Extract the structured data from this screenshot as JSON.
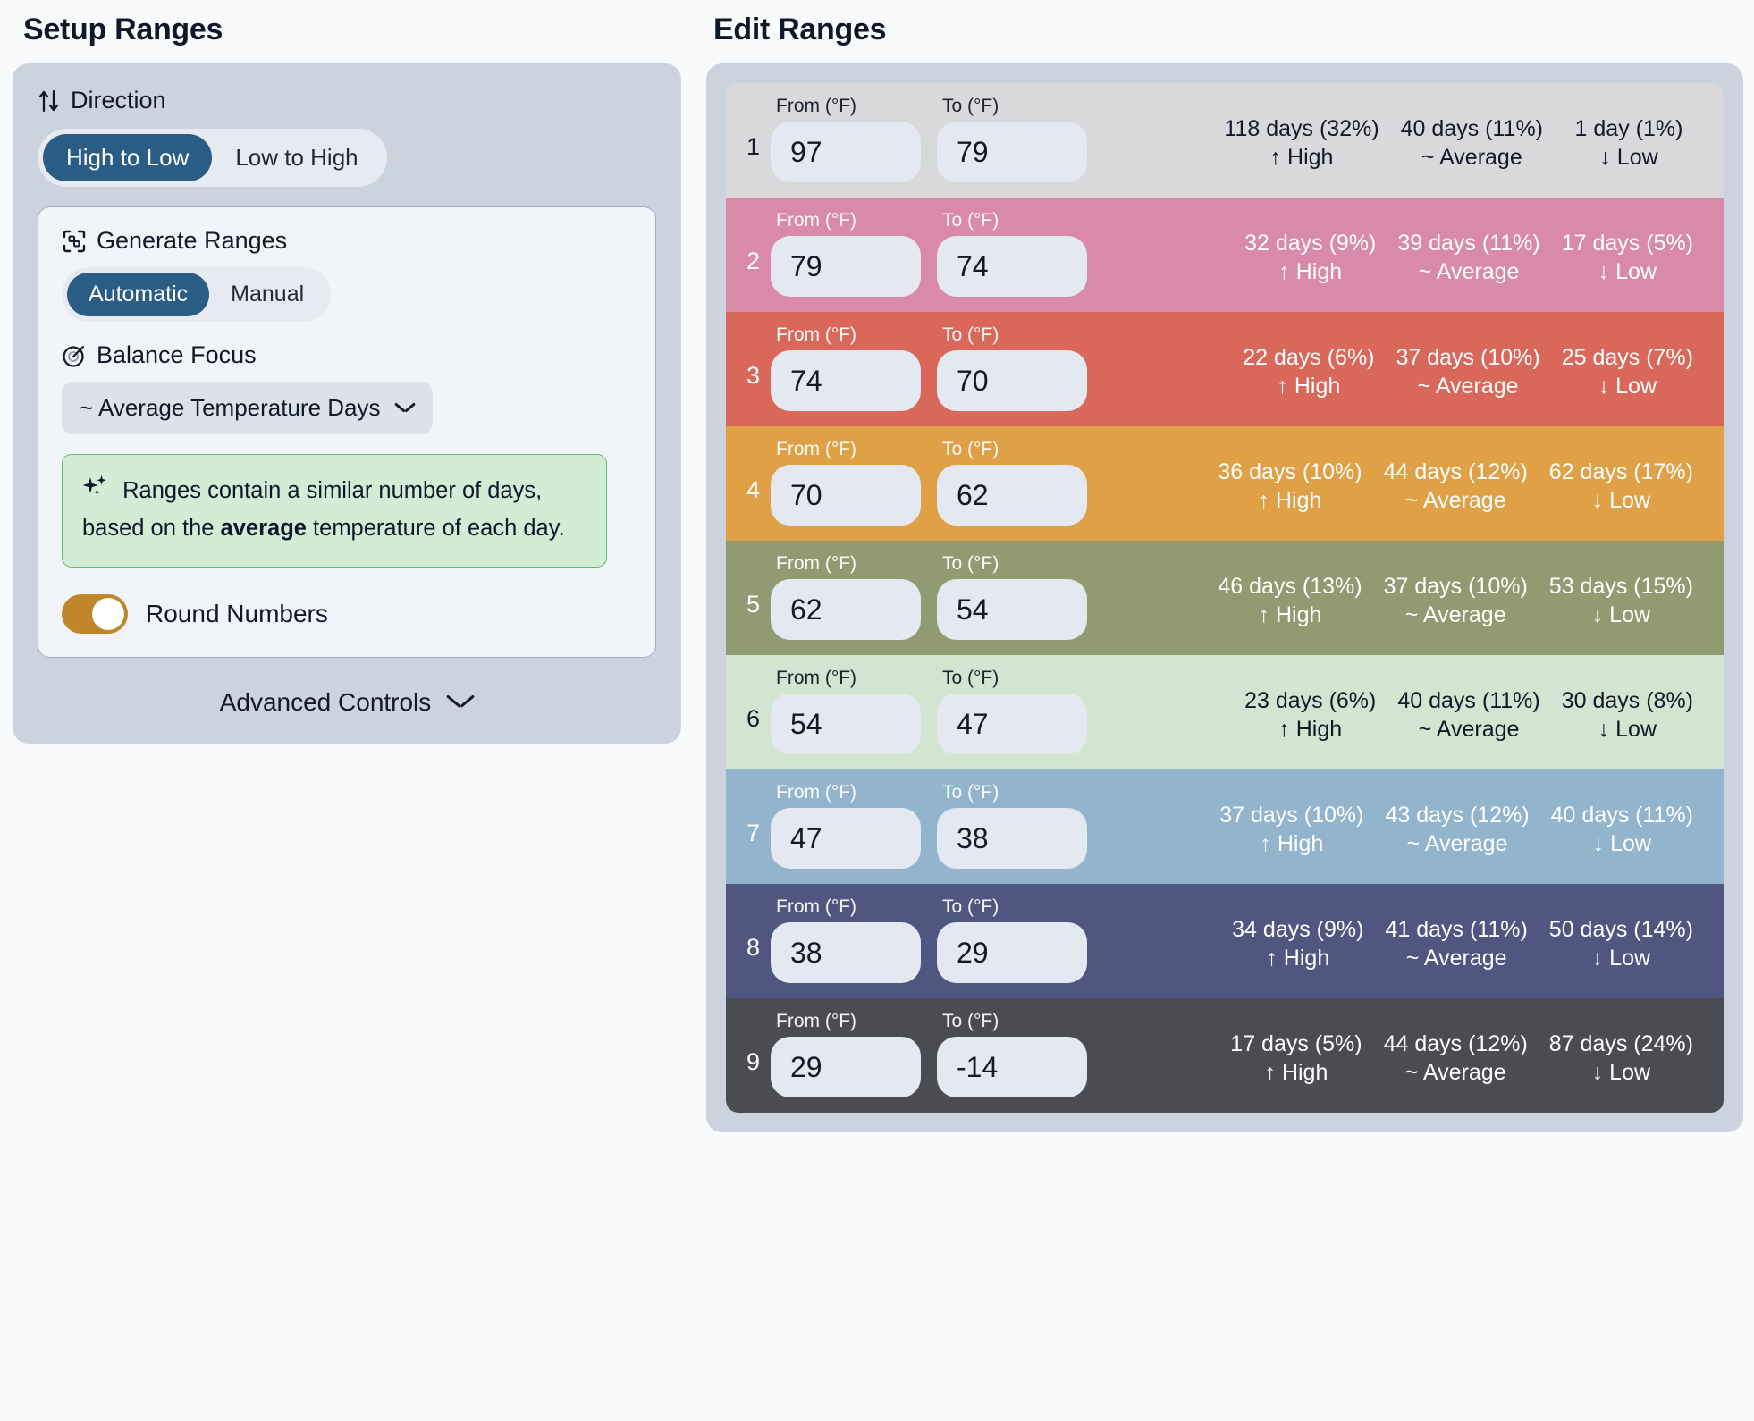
{
  "setup": {
    "title": "Setup Ranges",
    "direction": {
      "icon": "up-down-arrows-icon",
      "label": "Direction",
      "options": [
        "High to Low",
        "Low to High"
      ],
      "selected": "High to Low"
    },
    "generate": {
      "icon": "scan-group-icon",
      "label": "Generate Ranges",
      "options": [
        "Automatic",
        "Manual"
      ],
      "selected": "Automatic"
    },
    "balance": {
      "icon": "target-icon",
      "label": "Balance Focus",
      "selected": "~ Average Temperature Days",
      "chevron": "chevron-down-icon"
    },
    "hint": {
      "icon": "sparkles-icon",
      "text_before": "Ranges contain a similar number of days, based on the ",
      "bold": "average",
      "text_after": " temperature of each day."
    },
    "round_numbers": {
      "label": "Round Numbers",
      "on": true,
      "color": "#c0872a"
    },
    "advanced": {
      "label": "Advanced Controls",
      "chevron": "chevron-down-icon"
    }
  },
  "edit": {
    "title": "Edit Ranges",
    "captions": {
      "from": "From (°F)",
      "to": "To (°F)"
    },
    "stat_kinds": {
      "high": "↑ High",
      "average": "~ Average",
      "low": "↓ Low"
    },
    "rows": [
      {
        "index": "1",
        "from": "97",
        "to": "79",
        "bg": "#d9d9db",
        "text": "dark",
        "high": "118 days (32%)",
        "average": "40 days (11%)",
        "low": "1 day (1%)"
      },
      {
        "index": "2",
        "from": "79",
        "to": "74",
        "bg": "#d98aa8",
        "text": "light",
        "high": "32 days (9%)",
        "average": "39 days (11%)",
        "low": "17 days (5%)"
      },
      {
        "index": "3",
        "from": "74",
        "to": "70",
        "bg": "#d9685a",
        "text": "light",
        "high": "22 days (6%)",
        "average": "37 days (10%)",
        "low": "25 days (7%)"
      },
      {
        "index": "4",
        "from": "70",
        "to": "62",
        "bg": "#e0a046",
        "text": "light",
        "high": "36 days (10%)",
        "average": "44 days (12%)",
        "low": "62 days (17%)"
      },
      {
        "index": "5",
        "from": "62",
        "to": "54",
        "bg": "#929a71",
        "text": "light",
        "high": "46 days (13%)",
        "average": "37 days (10%)",
        "low": "53 days (15%)"
      },
      {
        "index": "6",
        "from": "54",
        "to": "47",
        "bg": "#d2e5d1",
        "text": "dark",
        "high": "23 days (6%)",
        "average": "40 days (11%)",
        "low": "30 days (8%)"
      },
      {
        "index": "7",
        "from": "47",
        "to": "38",
        "bg": "#92b5cd",
        "text": "light",
        "high": "37 days (10%)",
        "average": "43 days (12%)",
        "low": "40 days (11%)"
      },
      {
        "index": "8",
        "from": "38",
        "to": "29",
        "bg": "#4f5680",
        "text": "light",
        "high": "34 days (9%)",
        "average": "41 days (11%)",
        "low": "50 days (14%)"
      },
      {
        "index": "9",
        "from": "29",
        "to": "-14",
        "bg": "#4b4b52",
        "text": "light",
        "high": "17 days (5%)",
        "average": "44 days (12%)",
        "low": "87 days (24%)"
      }
    ]
  }
}
